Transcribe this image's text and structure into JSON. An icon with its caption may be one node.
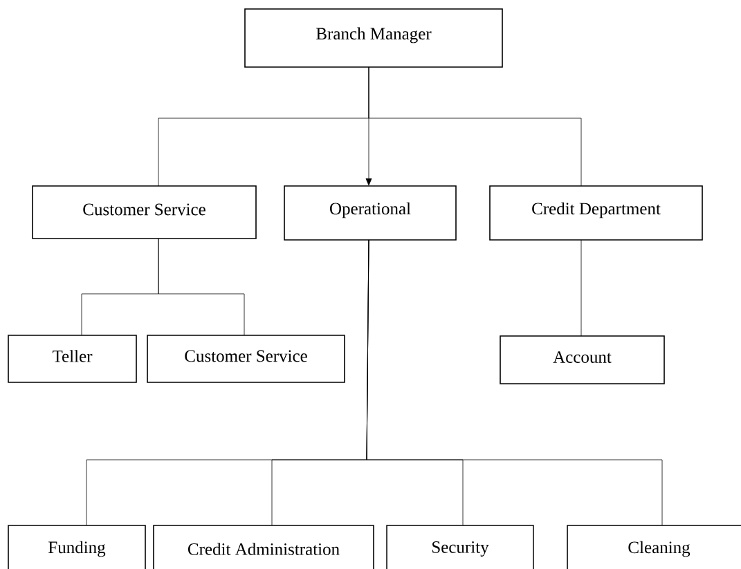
{
  "diagram": {
    "nodes": [
      {
        "text": [
          "Branch Manager"
        ]
      },
      {
        "text": [
          "Customer Service"
        ]
      },
      {
        "text": [
          "Operational"
        ]
      },
      {
        "text": [
          "Credit Department"
        ]
      },
      {
        "text": [
          "Teller"
        ]
      },
      {
        "text": [
          "Customer Service"
        ]
      },
      {
        "text": [
          "Account"
        ]
      },
      {
        "text": [
          "Funding"
        ]
      },
      {
        "text": [
          "Credit Administration"
        ]
      },
      {
        "text": [
          "Security"
        ]
      },
      {
        "text": [
          "Cleaning"
        ]
      }
    ],
    "edges": [
      {
        "from": 0,
        "to": 1,
        "arrow": "none"
      },
      {
        "from": 0,
        "to": 2,
        "arrow": "to"
      },
      {
        "from": 0,
        "to": 3,
        "arrow": "none"
      },
      {
        "from": 1,
        "to": 4,
        "arrow": "none"
      },
      {
        "from": 1,
        "to": 5,
        "arrow": "none"
      },
      {
        "from": 3,
        "to": 6,
        "arrow": "none"
      },
      {
        "from": 2,
        "to": 7,
        "arrow": "none"
      },
      {
        "from": 2,
        "to": 8,
        "arrow": "none"
      },
      {
        "from": 2,
        "to": 9,
        "arrow": "none"
      },
      {
        "from": 2,
        "to": 10,
        "arrow": "none"
      }
    ]
  }
}
